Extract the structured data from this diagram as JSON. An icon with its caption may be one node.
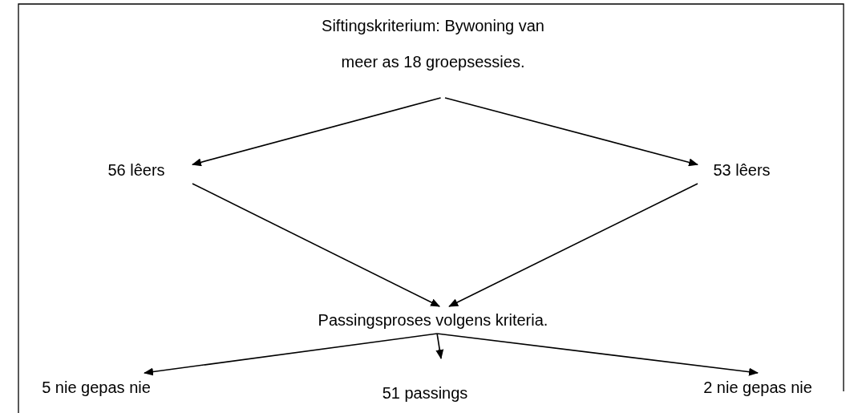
{
  "diagram": {
    "nodes": [
      {
        "text": [
          "Siftingskriterium: Bywoning van meer as 18 groepsessies."
        ]
      },
      {
        "text": [
          "56 lêers"
        ]
      },
      {
        "text": [
          "53 lêers"
        ]
      },
      {
        "text": [
          "Passingsproses volgens kriteria."
        ]
      },
      {
        "text": [
          "5 nie gepas nie"
        ]
      },
      {
        "text": [
          "51 passings"
        ]
      },
      {
        "text": [
          "2 nie gepas nie"
        ]
      }
    ],
    "edges": [
      {
        "from": 0,
        "to": 1,
        "arrow": "to"
      },
      {
        "from": 0,
        "to": 2,
        "arrow": "to"
      },
      {
        "from": 1,
        "to": 3,
        "arrow": "to"
      },
      {
        "from": 2,
        "to": 3,
        "arrow": "to"
      },
      {
        "from": 3,
        "to": 4,
        "arrow": "to"
      },
      {
        "from": 3,
        "to": 5,
        "arrow": "to"
      },
      {
        "from": 3,
        "to": 6,
        "arrow": "to"
      }
    ]
  }
}
